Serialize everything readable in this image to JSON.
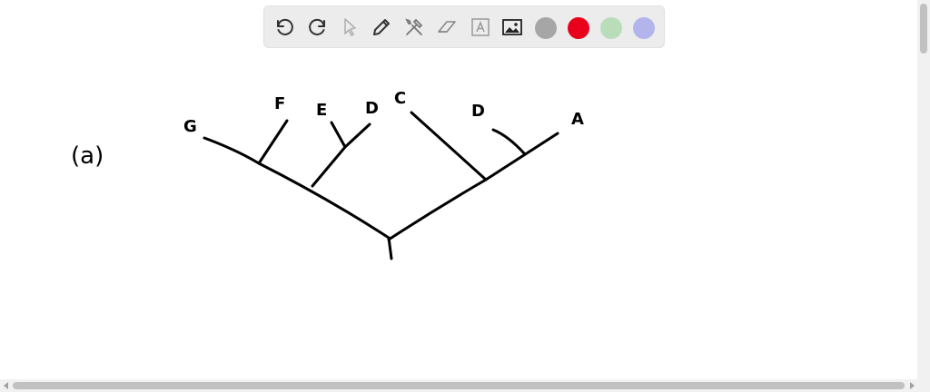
{
  "toolbar": {
    "tools": [
      "undo-icon",
      "redo-icon",
      "pointer-icon",
      "pen-icon",
      "tools-icon",
      "eraser-icon",
      "text-box-icon",
      "image-icon"
    ],
    "colors": [
      "#a6a6a6",
      "#e8001c",
      "#b9dcb9",
      "#b4b4ec"
    ]
  },
  "drawing": {
    "part_label": "(a)",
    "leaf_labels": [
      "G",
      "F",
      "E",
      "D",
      "C",
      "D",
      "A"
    ]
  }
}
